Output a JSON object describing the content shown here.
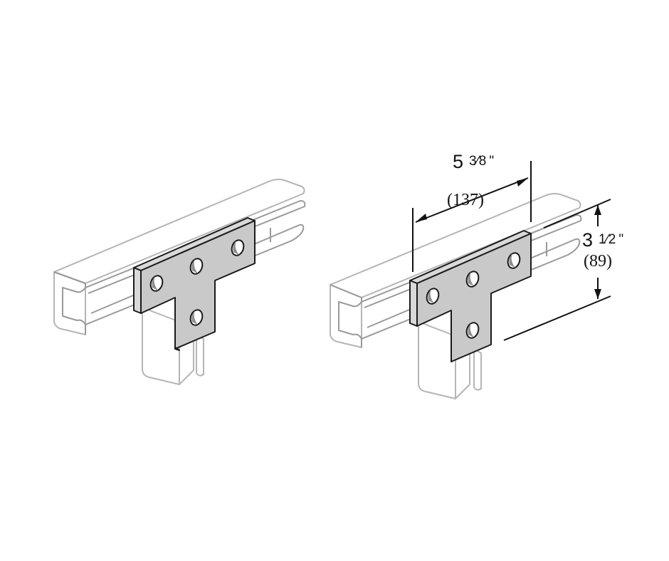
{
  "dimensions": {
    "width": {
      "whole": "5",
      "fraction": "3⁄8",
      "inch_mark": "\"",
      "metric": "(137)"
    },
    "height": {
      "whole": "3",
      "fraction": "1⁄2",
      "inch_mark": "\"",
      "metric": "(89)"
    }
  },
  "colors": {
    "plate": "#c9c9c9",
    "outline": "#1a1a1a",
    "channel": "#b5b5b5",
    "background": "#ffffff"
  }
}
